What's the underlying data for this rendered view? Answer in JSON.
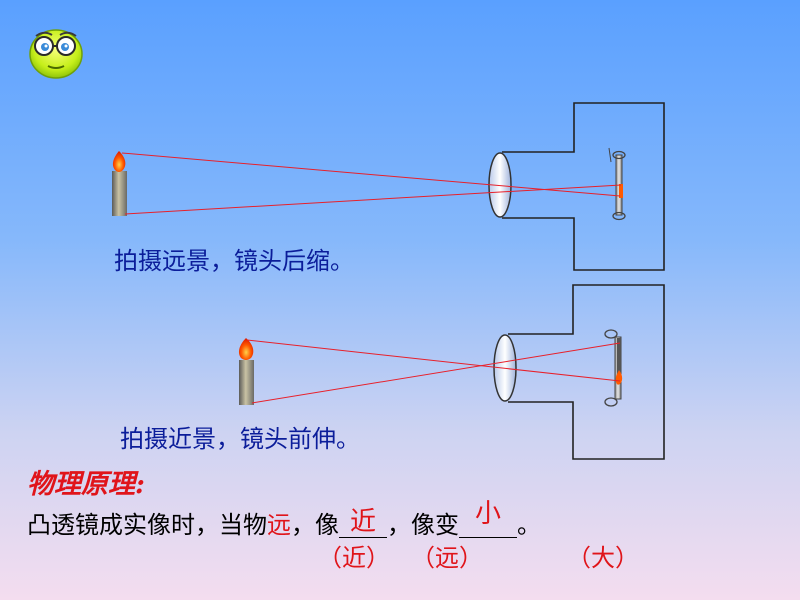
{
  "slide": {
    "caption_far": "拍摄远景，镜头后缩。",
    "caption_near": "拍摄近景，镜头前伸。",
    "principle_title": "物理原理:",
    "sentence": {
      "part1": "凸透镜成实像时，当物",
      "object_far": "远",
      "part2": "，像",
      "image_near": "近",
      "part3": "，像变",
      "image_small": "小",
      "part4": "。"
    },
    "alternates": {
      "object_near": "（近）",
      "image_far": "（远）",
      "image_large": "（大）"
    }
  },
  "icons": {
    "mascot": "smiley-face-with-glasses-icon",
    "candle": "candle-icon",
    "camera": "camera-icon",
    "lens": "convex-lens-icon"
  },
  "colors": {
    "caption_text": "#0b1d9a",
    "emphasis_red": "#e0141a",
    "ray_red": "#e8202a",
    "flame_orange": "#ff5a00"
  }
}
